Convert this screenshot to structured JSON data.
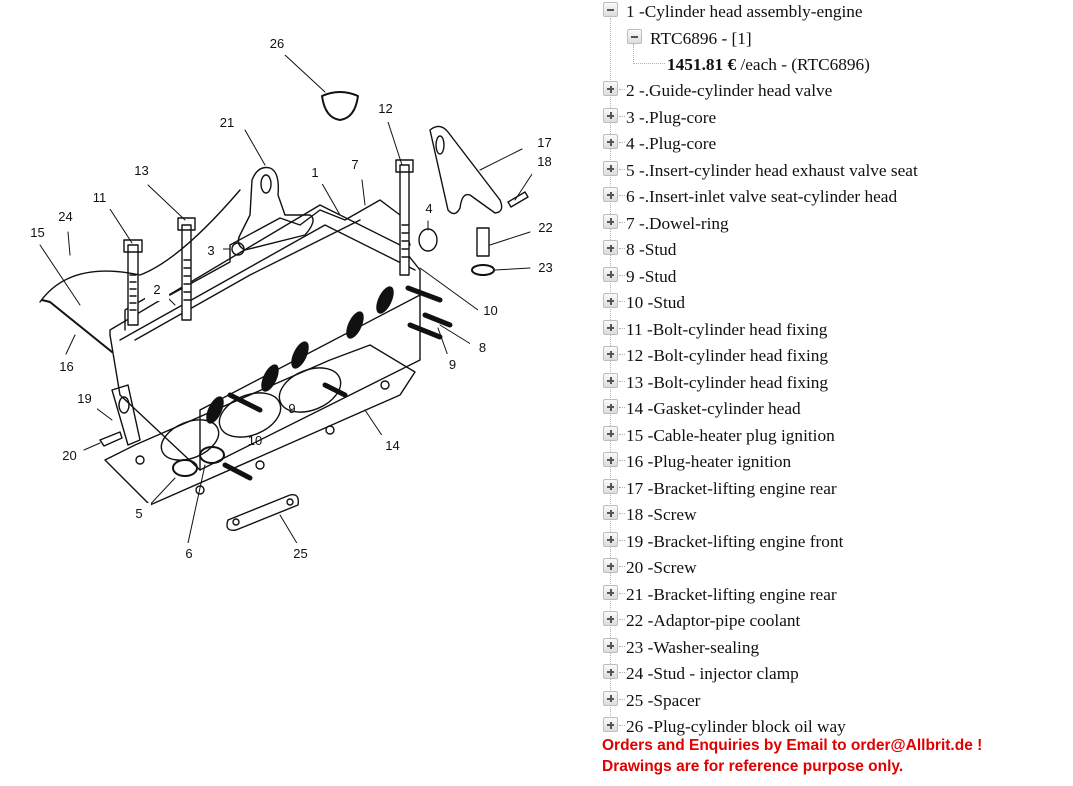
{
  "diagram": {
    "callouts": [
      {
        "id": "c26",
        "text": "26",
        "style": "gray"
      },
      {
        "id": "c21",
        "text": "21",
        "style": "gray"
      },
      {
        "id": "c12",
        "text": "12",
        "style": "dark"
      },
      {
        "id": "c7",
        "text": "7",
        "style": "dark"
      },
      {
        "id": "c1",
        "text": "1",
        "style": "gray"
      },
      {
        "id": "c13",
        "text": "13",
        "style": "gray"
      },
      {
        "id": "c11",
        "text": "11",
        "style": "gray"
      },
      {
        "id": "c24",
        "text": "24",
        "style": "gray"
      },
      {
        "id": "c15",
        "text": "15",
        "style": "gray"
      },
      {
        "id": "c3",
        "text": "3",
        "style": "gray"
      },
      {
        "id": "c2",
        "text": "2",
        "style": "gray"
      },
      {
        "id": "c4",
        "text": "4",
        "style": "gray"
      },
      {
        "id": "c17",
        "text": "17",
        "style": "gray"
      },
      {
        "id": "c18",
        "text": "18",
        "style": "dark"
      },
      {
        "id": "c22",
        "text": "22",
        "style": "gray"
      },
      {
        "id": "c23",
        "text": "23",
        "style": "gray"
      },
      {
        "id": "c10a",
        "text": "10",
        "style": "gray"
      },
      {
        "id": "c8",
        "text": "8",
        "style": "dark"
      },
      {
        "id": "c9a",
        "text": "9",
        "style": "gray"
      },
      {
        "id": "c16",
        "text": "16",
        "style": "dark"
      },
      {
        "id": "c19",
        "text": "19",
        "style": "gray"
      },
      {
        "id": "c20",
        "text": "20",
        "style": "gray"
      },
      {
        "id": "c9b",
        "text": "9",
        "style": "plain"
      },
      {
        "id": "c10b",
        "text": "10",
        "style": "plain"
      },
      {
        "id": "c14",
        "text": "14",
        "style": "gray"
      },
      {
        "id": "c5",
        "text": "5",
        "style": "gray"
      },
      {
        "id": "c6",
        "text": "6",
        "style": "gray"
      },
      {
        "id": "c25",
        "text": "25",
        "style": "gray"
      }
    ]
  },
  "tree": {
    "root": {
      "label": "1 -Cylinder head assembly-engine",
      "state": "expanded",
      "child": {
        "label": "RTC6896 - [1]",
        "state": "expanded",
        "price": {
          "amount": "1451.81 €",
          "rest": " /each - (RTC6896)"
        }
      }
    },
    "items": [
      "2 -.Guide-cylinder head valve",
      "3 -.Plug-core",
      "4 -.Plug-core",
      "5 -.Insert-cylinder head exhaust valve seat",
      "6 -.Insert-inlet valve seat-cylinder head",
      "7 -.Dowel-ring",
      "8 -Stud",
      "9 -Stud",
      "10 -Stud",
      "11 -Bolt-cylinder head fixing",
      "12 -Bolt-cylinder head fixing",
      "13 -Bolt-cylinder head fixing",
      "14 -Gasket-cylinder head",
      "15 -Cable-heater plug ignition",
      "16 -Plug-heater ignition",
      "17 -Bracket-lifting engine rear",
      "18 -Screw",
      "19 -Bracket-lifting engine front",
      "20 -Screw",
      "21 -Bracket-lifting engine rear",
      "22 -Adaptor-pipe coolant",
      "23 -Washer-sealing",
      "24 -Stud - injector clamp",
      "25 -Spacer",
      "26 -Plug-cylinder block oil way"
    ]
  },
  "notice": {
    "line1": "Orders and Enquiries by Email to order@Allbrit.de !",
    "line2": "Drawings are for reference purpose only.",
    "color": "#e00000"
  }
}
